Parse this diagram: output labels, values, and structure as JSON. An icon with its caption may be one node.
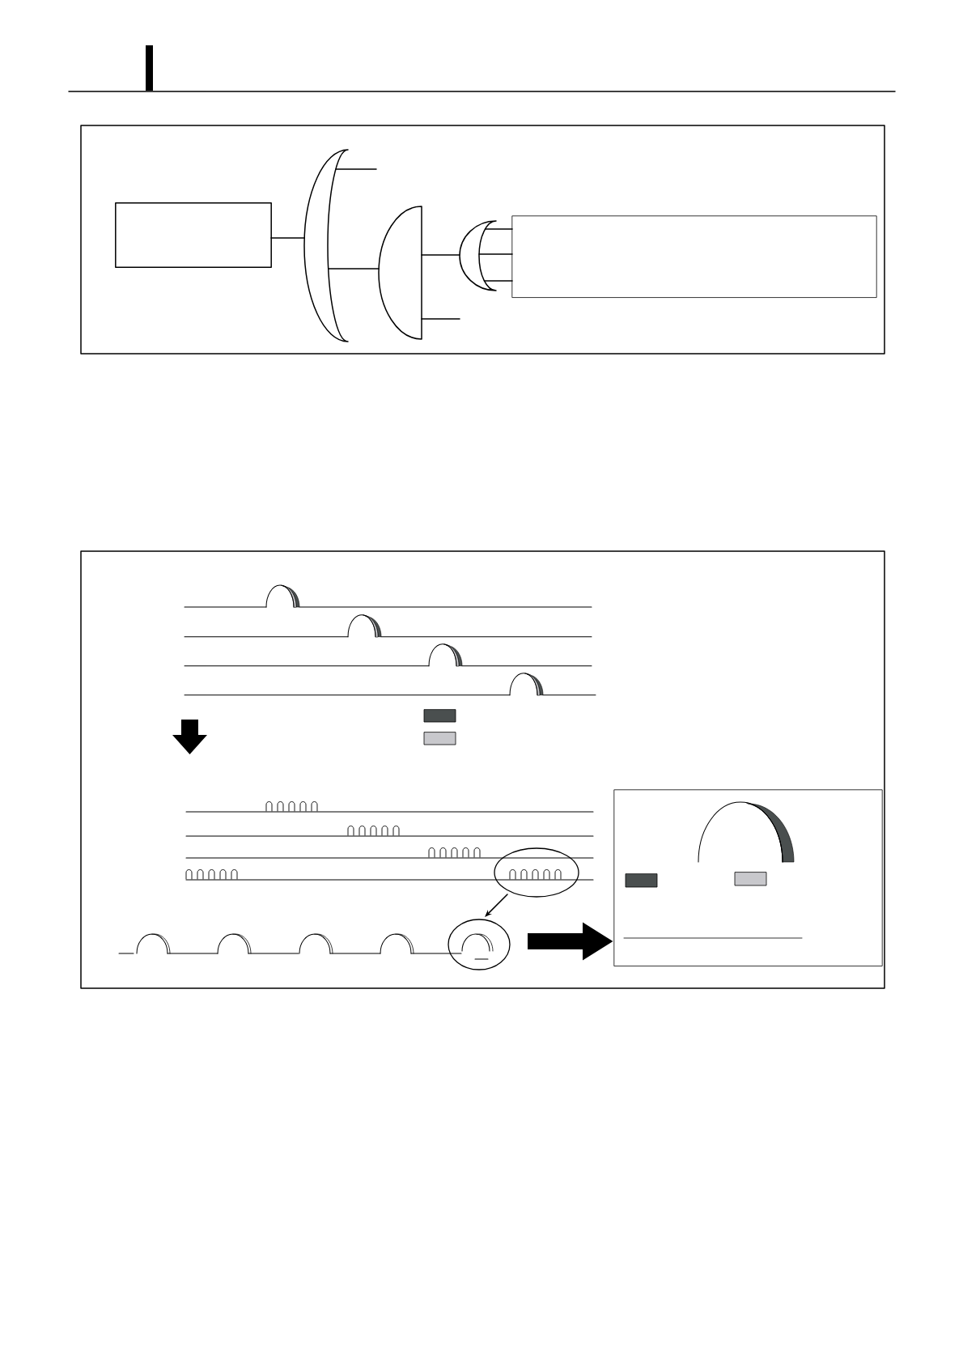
{
  "diagram": {
    "nodes": [
      {
        "text": [],
        "shape": "box"
      },
      {
        "text": [],
        "shape": "crescent"
      },
      {
        "text": [],
        "shape": "dome"
      },
      {
        "text": [],
        "shape": "crescent"
      },
      {
        "text": [],
        "shape": "box"
      },
      {
        "text": [],
        "shape": "ellipse"
      },
      {
        "text": [],
        "shape": "ellipse"
      },
      {
        "text": [],
        "shape": "box"
      }
    ],
    "edges": [
      {
        "from": 0,
        "to": 1,
        "arrow": "none"
      },
      {
        "from": 1,
        "to": null,
        "arrow": "none"
      },
      {
        "from": 1,
        "to": 2,
        "arrow": "none"
      },
      {
        "from": 2,
        "to": 3,
        "arrow": "none"
      },
      {
        "from": 2,
        "to": null,
        "arrow": "none"
      },
      {
        "from": 3,
        "to": 4,
        "arrow": "none"
      },
      {
        "from": 3,
        "to": 4,
        "arrow": "none"
      },
      {
        "from": 3,
        "to": 4,
        "arrow": "none"
      },
      {
        "from": 5,
        "to": 6,
        "arrow": "to"
      },
      {
        "from": 6,
        "to": 7,
        "arrow": "to",
        "style": "thick"
      }
    ]
  }
}
